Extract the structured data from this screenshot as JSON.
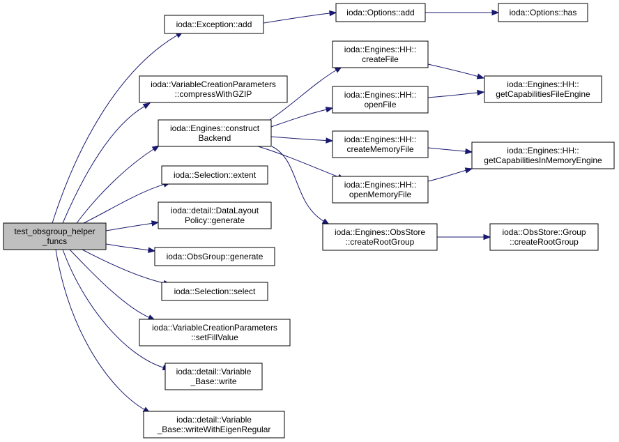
{
  "diagram": {
    "nodes": [
      {
        "id": "root",
        "lines": [
          "test_obsgroup_helper",
          "_funcs"
        ],
        "root": true
      },
      {
        "id": "exc_add",
        "lines": [
          "ioda::Exception::add"
        ]
      },
      {
        "id": "opt_add",
        "lines": [
          "ioda::Options::add"
        ]
      },
      {
        "id": "opt_has",
        "lines": [
          "ioda::Options::has"
        ]
      },
      {
        "id": "compress",
        "lines": [
          "ioda::VariableCreationParameters",
          "::compressWithGZIP"
        ]
      },
      {
        "id": "construct",
        "lines": [
          "ioda::Engines::construct",
          "Backend"
        ]
      },
      {
        "id": "createfile",
        "lines": [
          "ioda::Engines::HH::",
          "createFile"
        ]
      },
      {
        "id": "openfile",
        "lines": [
          "ioda::Engines::HH::",
          "openFile"
        ]
      },
      {
        "id": "capfile",
        "lines": [
          "ioda::Engines::HH::",
          "getCapabilitiesFileEngine"
        ]
      },
      {
        "id": "creatememfile",
        "lines": [
          "ioda::Engines::HH::",
          "createMemoryFile"
        ]
      },
      {
        "id": "capmem",
        "lines": [
          "ioda::Engines::HH::",
          "getCapabilitiesInMemoryEngine"
        ]
      },
      {
        "id": "openmemfile",
        "lines": [
          "ioda::Engines::HH::",
          "openMemoryFile"
        ]
      },
      {
        "id": "extent",
        "lines": [
          "ioda::Selection::extent"
        ]
      },
      {
        "id": "datalayout",
        "lines": [
          "ioda::detail::DataLayout",
          "Policy::generate"
        ]
      },
      {
        "id": "obsstore_root",
        "lines": [
          "ioda::Engines::ObsStore",
          "::createRootGroup"
        ]
      },
      {
        "id": "group_root",
        "lines": [
          "ioda::ObsStore::Group",
          "::createRootGroup"
        ]
      },
      {
        "id": "obsgroup_gen",
        "lines": [
          "ioda::ObsGroup::generate"
        ]
      },
      {
        "id": "select",
        "lines": [
          "ioda::Selection::select"
        ]
      },
      {
        "id": "setfill",
        "lines": [
          "ioda::VariableCreationParameters",
          "::setFillValue"
        ]
      },
      {
        "id": "write",
        "lines": [
          "ioda::detail::Variable",
          "_Base::write"
        ]
      },
      {
        "id": "writeeigen",
        "lines": [
          "ioda::detail::Variable",
          "_Base::writeWithEigenRegular"
        ]
      }
    ],
    "edges": [
      {
        "from": "root",
        "to": "exc_add"
      },
      {
        "from": "root",
        "to": "compress"
      },
      {
        "from": "root",
        "to": "construct"
      },
      {
        "from": "root",
        "to": "extent"
      },
      {
        "from": "root",
        "to": "datalayout"
      },
      {
        "from": "root",
        "to": "obsgroup_gen"
      },
      {
        "from": "root",
        "to": "select"
      },
      {
        "from": "root",
        "to": "setfill"
      },
      {
        "from": "root",
        "to": "write"
      },
      {
        "from": "root",
        "to": "writeeigen"
      },
      {
        "from": "exc_add",
        "to": "opt_add"
      },
      {
        "from": "opt_add",
        "to": "opt_has"
      },
      {
        "from": "construct",
        "to": "createfile"
      },
      {
        "from": "construct",
        "to": "openfile"
      },
      {
        "from": "construct",
        "to": "creatememfile"
      },
      {
        "from": "construct",
        "to": "openmemfile"
      },
      {
        "from": "construct",
        "to": "obsstore_root"
      },
      {
        "from": "createfile",
        "to": "capfile"
      },
      {
        "from": "openfile",
        "to": "capfile"
      },
      {
        "from": "creatememfile",
        "to": "capmem"
      },
      {
        "from": "openmemfile",
        "to": "capmem"
      },
      {
        "from": "obsstore_root",
        "to": "group_root"
      }
    ]
  }
}
